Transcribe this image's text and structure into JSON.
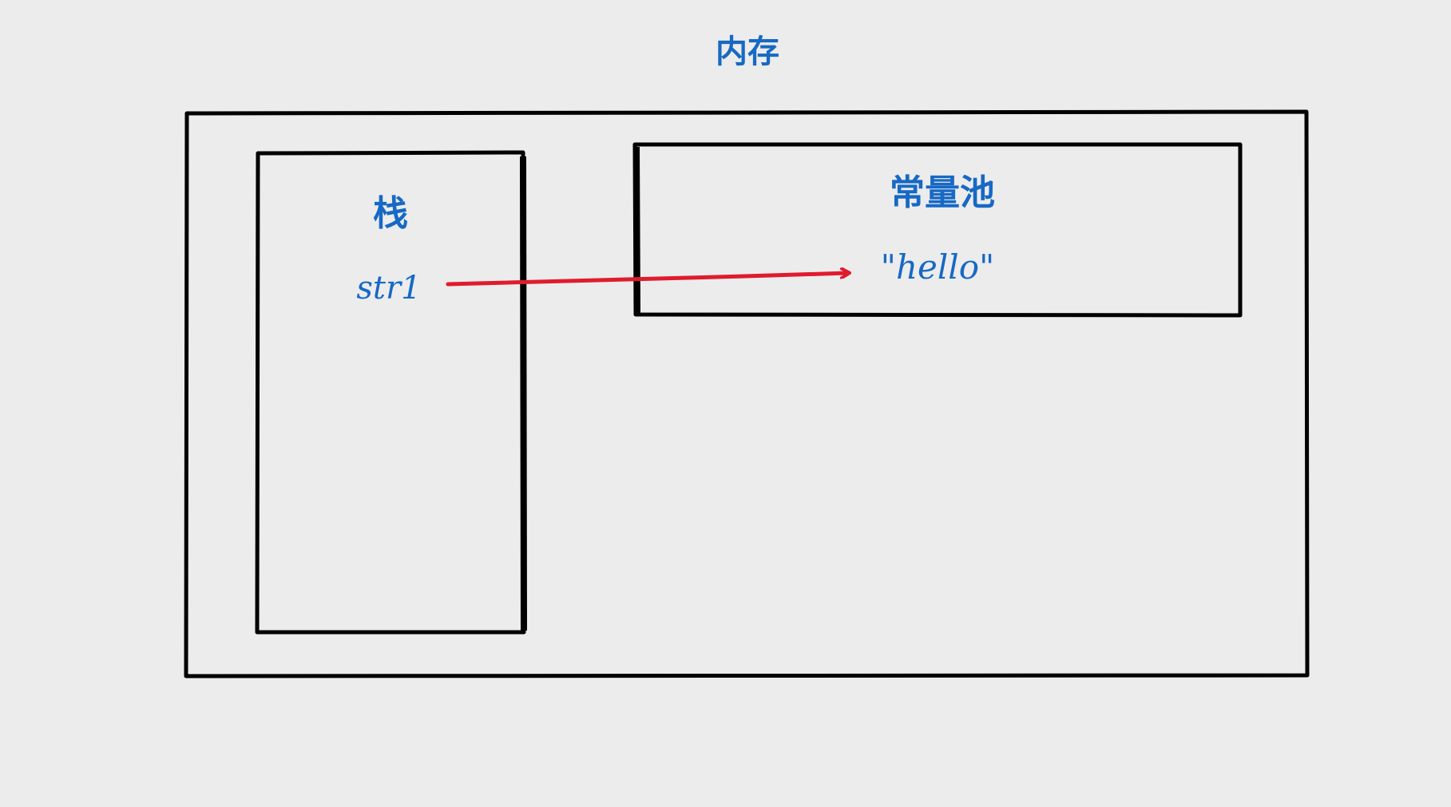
{
  "diagram": {
    "title": "内存",
    "stack": {
      "label": "栈",
      "variable": "str1"
    },
    "constant_pool": {
      "label": "常量池",
      "value": "\"hello\""
    }
  },
  "colors": {
    "background": "#ececec",
    "text_blue": "#1769c4",
    "arrow_red": "#e01b2d",
    "border": "#000000"
  }
}
